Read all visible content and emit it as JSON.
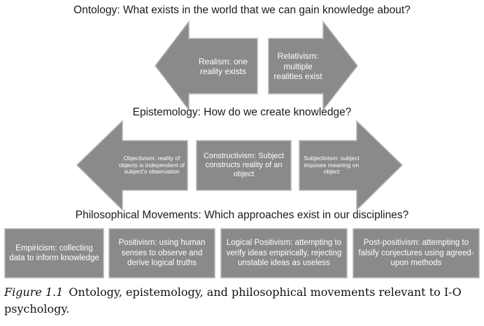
{
  "headings": {
    "ontology": "Ontology: What exists in the world that we can gain knowledge about?",
    "epistemology": "Epistemology: How do we create knowledge?",
    "movements": "Philosophical Movements: Which approaches exist in our disciplines?"
  },
  "ontology": {
    "realism": "Realism: one reality exists",
    "relativism": "Relativism: multiple realities exist"
  },
  "epistemology": {
    "objectivism": "Objectivism: reality of objects is independent of subject's observation",
    "constructivism": "Constructivism: Subject constructs reality of an object",
    "subjectivism": "Subjectivism: subject imposes meaning on object"
  },
  "movements": [
    "Empiricism: collecting data to inform knowledge",
    "Positivism: using human senses to observe and derive logical truths",
    "Logical Positivism: attempting to verify ideas empirically, rejecting unstable ideas as useless",
    "Post-positivism: attempting to falsify conjectures using agreed-upon methods"
  ],
  "caption": {
    "label": "Figure 1.1",
    "text": "Ontology, epistemology, and philosophical movements relevant to I-O psychology."
  },
  "colors": {
    "shape_fill": "#8a8a8a",
    "shape_edge": "#b5b5b5"
  }
}
